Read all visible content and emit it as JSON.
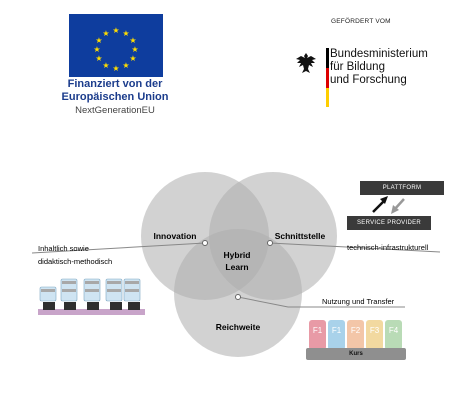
{
  "eu": {
    "line1": "Finanziert von der",
    "line2": "Europäischen Union",
    "line3": "NextGenerationEU",
    "flag_color": "#0e3d9e",
    "star_color": "#ffdd00"
  },
  "bmbf": {
    "top_label": "GEFÖRDERT VOM",
    "name_line1": "Bundesministerium",
    "name_line2": "für Bildung",
    "name_line3": "und Forschung",
    "icon": "eagle-icon"
  },
  "venn": {
    "circles": [
      "Innovation",
      "Schnittstelle",
      "Reichweite"
    ],
    "center_line1": "Hybrid",
    "center_line2": "Learn"
  },
  "left_note": {
    "line1": "Inhaltlich sowie",
    "line2": "didaktisch-methodisch"
  },
  "right_note": "technisch-infrastrukturell",
  "bottom_note": "Nutzung und Transfer",
  "platform": {
    "top": "PLATTFORM",
    "bottom": "SERVICE PROVIDER"
  },
  "kurs": {
    "label": "Kurs",
    "items": [
      "F1",
      "F1",
      "F2",
      "F3",
      "F4"
    ],
    "colors": [
      "#e89aa6",
      "#a9d2ea",
      "#f3c6a8",
      "#f2d9a0",
      "#b9dbb6"
    ]
  }
}
